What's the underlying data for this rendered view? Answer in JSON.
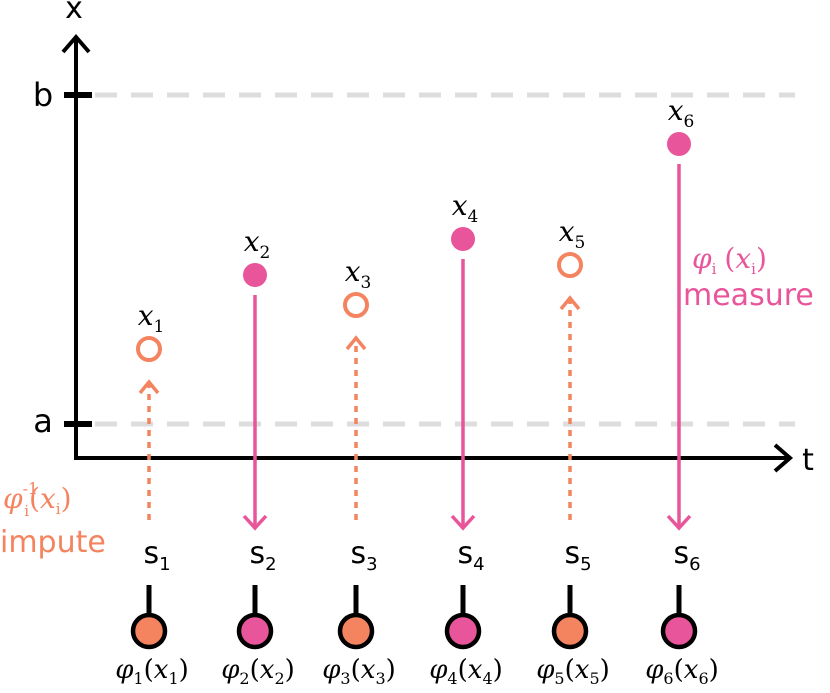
{
  "axes": {
    "y_label": "x",
    "x_label": "t",
    "upper_bound_label": "b",
    "lower_bound_label": "a"
  },
  "colors": {
    "impute": "#F4845F",
    "measure": "#E8559A",
    "axis": "#000000",
    "bound_line": "#DDDDDD"
  },
  "legend": {
    "impute_formula": "φi-1(xi)",
    "impute_label": "impute",
    "measure_formula": "φi (xi)",
    "measure_label": "measure"
  },
  "points": [
    {
      "value_label": "x1",
      "state_label": "s1",
      "node_label": "φ1(x1)",
      "kind": "impute"
    },
    {
      "value_label": "x2",
      "state_label": "s2",
      "node_label": "φ2(x2)",
      "kind": "measure"
    },
    {
      "value_label": "x3",
      "state_label": "s3",
      "node_label": "φ3(x3)",
      "kind": "impute"
    },
    {
      "value_label": "x4",
      "state_label": "s4",
      "node_label": "φ4(x4)",
      "kind": "measure"
    },
    {
      "value_label": "x5",
      "state_label": "s5",
      "node_label": "φ5(x5)",
      "kind": "impute"
    },
    {
      "value_label": "x6",
      "state_label": "s6",
      "node_label": "φ6(x6)",
      "kind": "measure"
    }
  ]
}
